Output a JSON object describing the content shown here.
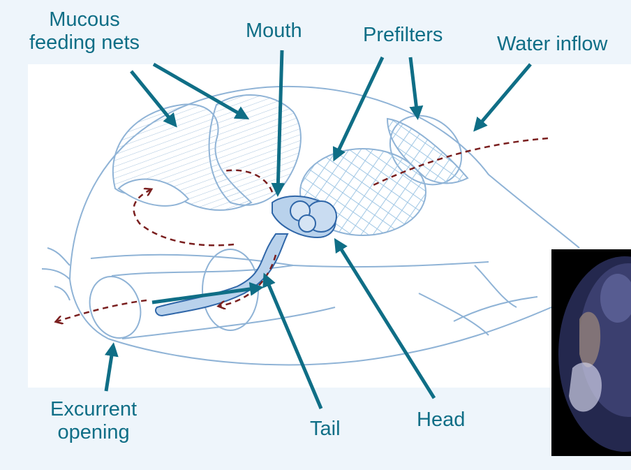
{
  "labels": {
    "mucous_nets": "Mucous\nfeeding nets",
    "mouth": "Mouth",
    "prefilters": "Prefilters",
    "water_inflow": "Water inflow",
    "excurrent": "Excurrent\nopening",
    "tail": "Tail",
    "head": "Head"
  },
  "colors": {
    "label": "#0f6e86",
    "arrow": "#0f6e86",
    "outline": "#8fb3d6",
    "flow": "#7a1f1f",
    "background": "#eef5fb",
    "panel": "#ffffff"
  }
}
